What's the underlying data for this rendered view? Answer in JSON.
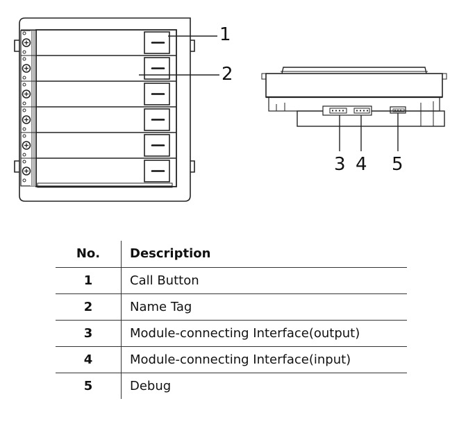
{
  "figure": {
    "front_view": {
      "call_buttons": 6,
      "name_tags": 6,
      "callouts": [
        "1",
        "2"
      ]
    },
    "bottom_view": {
      "connectors": [
        "output",
        "input",
        "debug"
      ],
      "callouts": [
        "3",
        "4",
        "5"
      ]
    }
  },
  "table": {
    "headers": {
      "no": "No.",
      "description": "Description"
    },
    "rows": [
      {
        "no": "1",
        "description": "Call Button"
      },
      {
        "no": "2",
        "description": "Name Tag"
      },
      {
        "no": "3",
        "description": "Module-connecting Interface(output)"
      },
      {
        "no": "4",
        "description": "Module-connecting Interface(input)"
      },
      {
        "no": "5",
        "description": "Debug"
      }
    ]
  }
}
